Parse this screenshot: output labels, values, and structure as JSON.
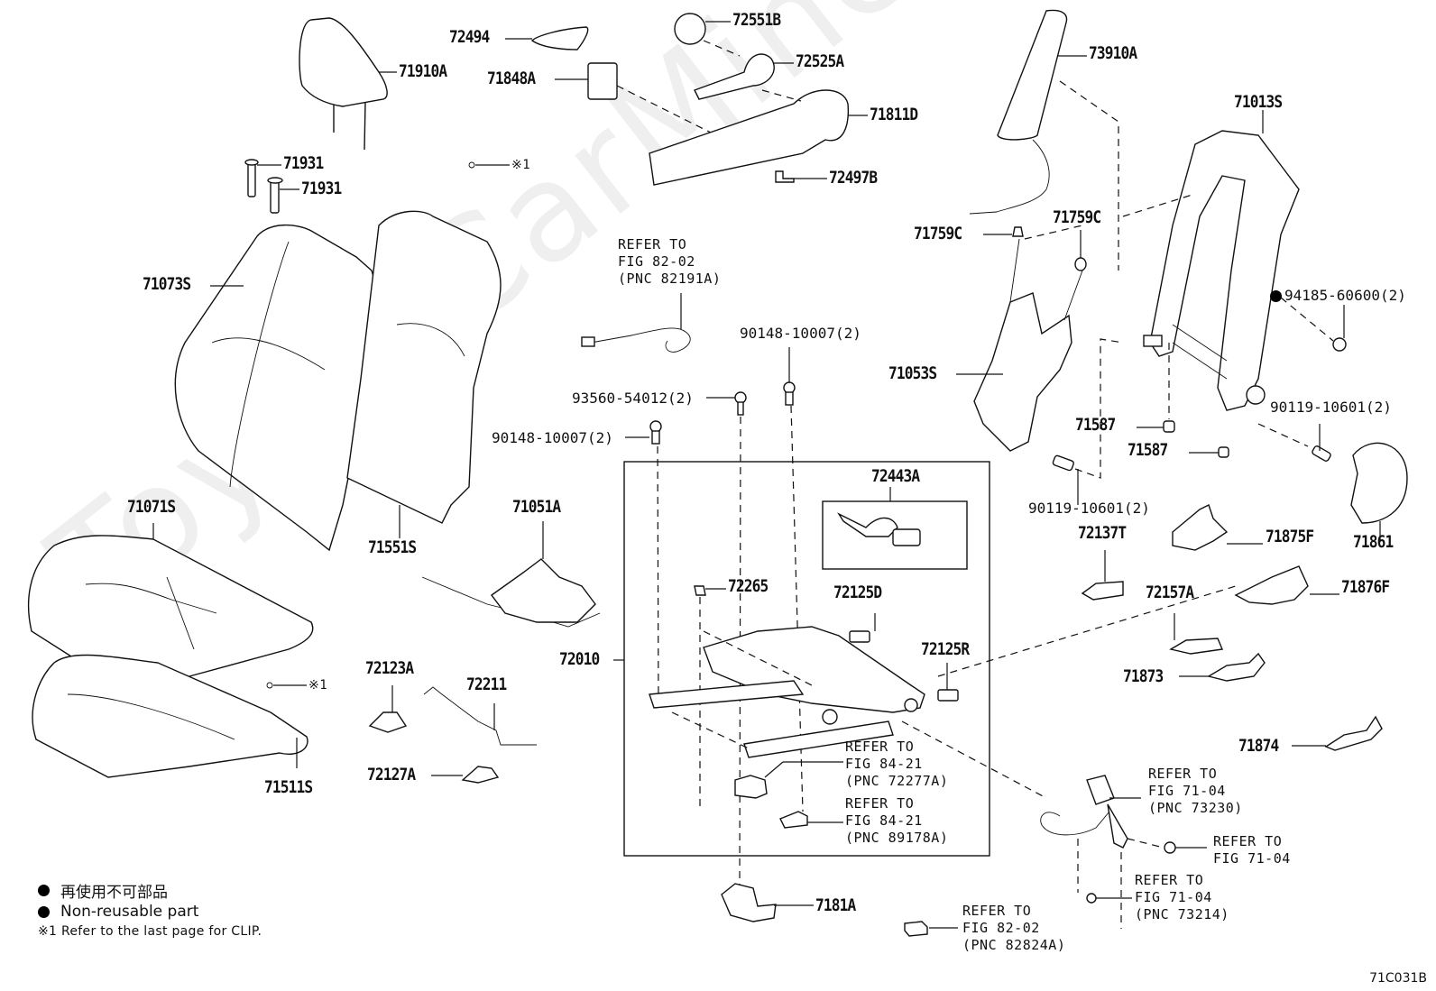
{
  "diagram": {
    "figure_id": "71C031B",
    "watermark": "ToyotaCarMine.ru",
    "parts": {
      "p72494": "72494",
      "p72551B": "72551B",
      "p72525A": "72525A",
      "p71910A": "71910A",
      "p71848A": "71848A",
      "p71811D": "71811D",
      "p72497B": "72497B",
      "p71931a": "71931",
      "p71931b": "71931",
      "clip1_top": "※1",
      "p73910A": "73910A",
      "p71013S": "71013S",
      "p71759C_left": "71759C",
      "p71759C_right": "71759C",
      "p71073S": "71073S",
      "p71053S": "71053S",
      "p94185": "94185-60600(2)",
      "p90148_right": "90148-10007(2)",
      "p93560": "93560-54012(2)",
      "p90148_left": "90148-10007(2)",
      "p71587a": "71587",
      "p71587b": "71587",
      "p90119_right": "90119-10601(2)",
      "p90119_left": "90119-10601(2)",
      "p71071S": "71071S",
      "p71551S": "71551S",
      "p71051A": "71051A",
      "p72443A": "72443A",
      "p72137T": "72137T",
      "p71875F": "71875F",
      "p71861": "71861",
      "p72265": "72265",
      "p72125D": "72125D",
      "p72157A": "72157A",
      "p71876F": "71876F",
      "p72010": "72010",
      "p72125R": "72125R",
      "p71873": "71873",
      "clip1_bottom": "※1",
      "p72123A": "72123A",
      "p72211": "72211",
      "p71874": "71874",
      "p71511S": "71511S",
      "p72127A": "72127A",
      "p7181A": "7181A"
    },
    "references": {
      "ref_82191A": "REFER TO\nFIG 82-02\n(PNC 82191A)",
      "ref_72277A": "REFER TO\nFIG 84-21\n(PNC 72277A)",
      "ref_89178A": "REFER TO\nFIG 84-21\n(PNC 89178A)",
      "ref_73230": "REFER TO\nFIG 71-04\n(PNC 73230)",
      "ref_71_04": "REFER TO\nFIG 71-04",
      "ref_73214": "REFER TO\nFIG 71-04\n(PNC 73214)",
      "ref_82824A": "REFER TO\nFIG 82-02\n(PNC 82824A)"
    },
    "legend": {
      "non_reusable_jp": "再使用不可部品",
      "non_reusable_en": "Non-reusable part",
      "clip_note": "※1 Refer to the last page for CLIP."
    }
  }
}
